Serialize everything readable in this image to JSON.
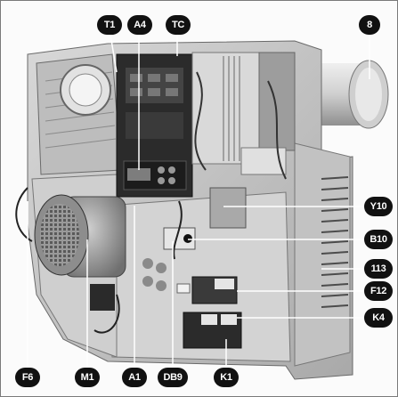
{
  "figure": {
    "subject": "burner unit with cover removed",
    "callouts": {
      "t1": "T1",
      "a4": "A4",
      "tc": "TC",
      "n8": "8",
      "y10": "Y10",
      "b10": "B10",
      "n113": "113",
      "f12": "F12",
      "k4": "K4",
      "f6": "F6",
      "m1": "M1",
      "a1": "A1",
      "db9": "DB9",
      "k1": "K1"
    },
    "colors": {
      "label_fill": "#111111",
      "label_text": "#ffffff",
      "leader_line": "#ffffff",
      "housing": "#c9c9c9",
      "dark_parts": "#2a2a2a"
    }
  }
}
